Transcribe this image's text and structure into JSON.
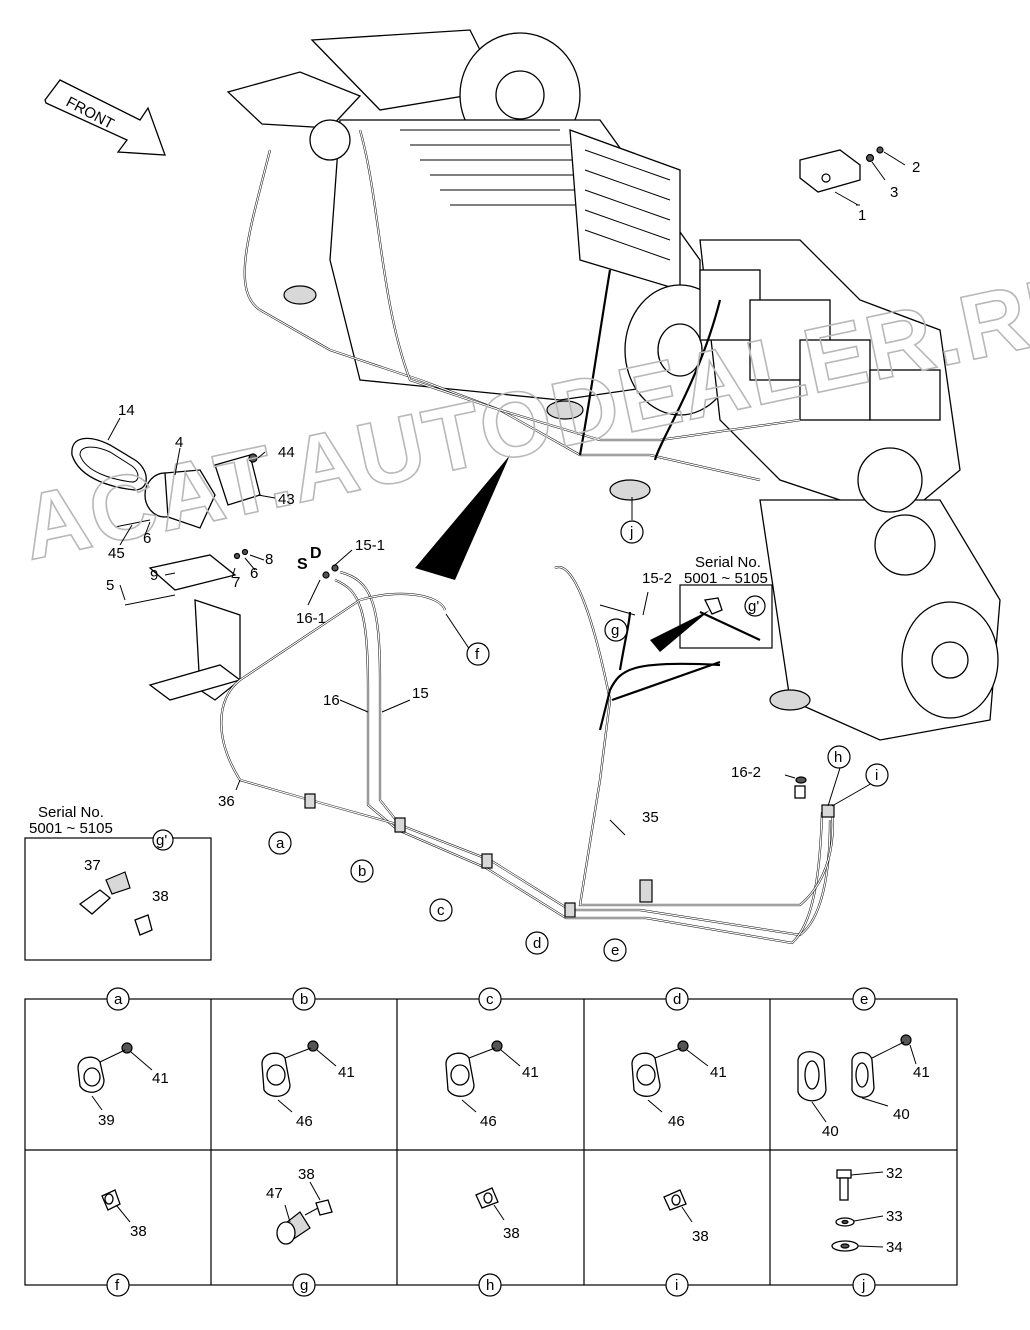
{
  "front_arrow": {
    "label": "FRONT"
  },
  "watermark": {
    "text": "ACAT.AUTODEALER.RU"
  },
  "serial_notes": {
    "top_title": "Serial No.",
    "top_range": "5001 ~ 5105",
    "top_detail": "g'",
    "left_title": "Serial No.",
    "left_range": "5001 ~ 5105",
    "left_detail": "g'"
  },
  "main_callouts": {
    "n1": "1",
    "n2": "2",
    "n3": "3",
    "n4": "4",
    "n5": "5",
    "n6a": "6",
    "n6b": "6",
    "n7": "7",
    "n8": "8",
    "n9": "9",
    "n14": "14",
    "n15": "15",
    "n15_1": "15-1",
    "n15_2": "15-2",
    "n16": "16",
    "n16_1": "16-1",
    "n16_2": "16-2",
    "n35": "35",
    "n36": "36",
    "n37": "37",
    "n38": "38",
    "n43": "43",
    "n44": "44",
    "n45": "45",
    "S": "S",
    "D": "D"
  },
  "main_letters": {
    "a": "a",
    "b": "b",
    "c": "c",
    "d": "d",
    "e": "e",
    "f": "f",
    "g": "g",
    "h": "h",
    "i": "i",
    "j": "j"
  },
  "detail_table": {
    "top_row": [
      {
        "letter": "a",
        "labels": [
          "41",
          "39"
        ]
      },
      {
        "letter": "b",
        "labels": [
          "41",
          "46"
        ]
      },
      {
        "letter": "c",
        "labels": [
          "41",
          "46"
        ]
      },
      {
        "letter": "d",
        "labels": [
          "41",
          "46"
        ]
      },
      {
        "letter": "e",
        "labels": [
          "41",
          "40",
          "40"
        ]
      }
    ],
    "bottom_row": [
      {
        "letter": "f",
        "labels": [
          "38"
        ]
      },
      {
        "letter": "g",
        "labels": [
          "38",
          "47"
        ]
      },
      {
        "letter": "h",
        "labels": [
          "38"
        ]
      },
      {
        "letter": "i",
        "labels": [
          "38"
        ]
      },
      {
        "letter": "j",
        "labels": [
          "32",
          "33",
          "34"
        ]
      }
    ]
  }
}
